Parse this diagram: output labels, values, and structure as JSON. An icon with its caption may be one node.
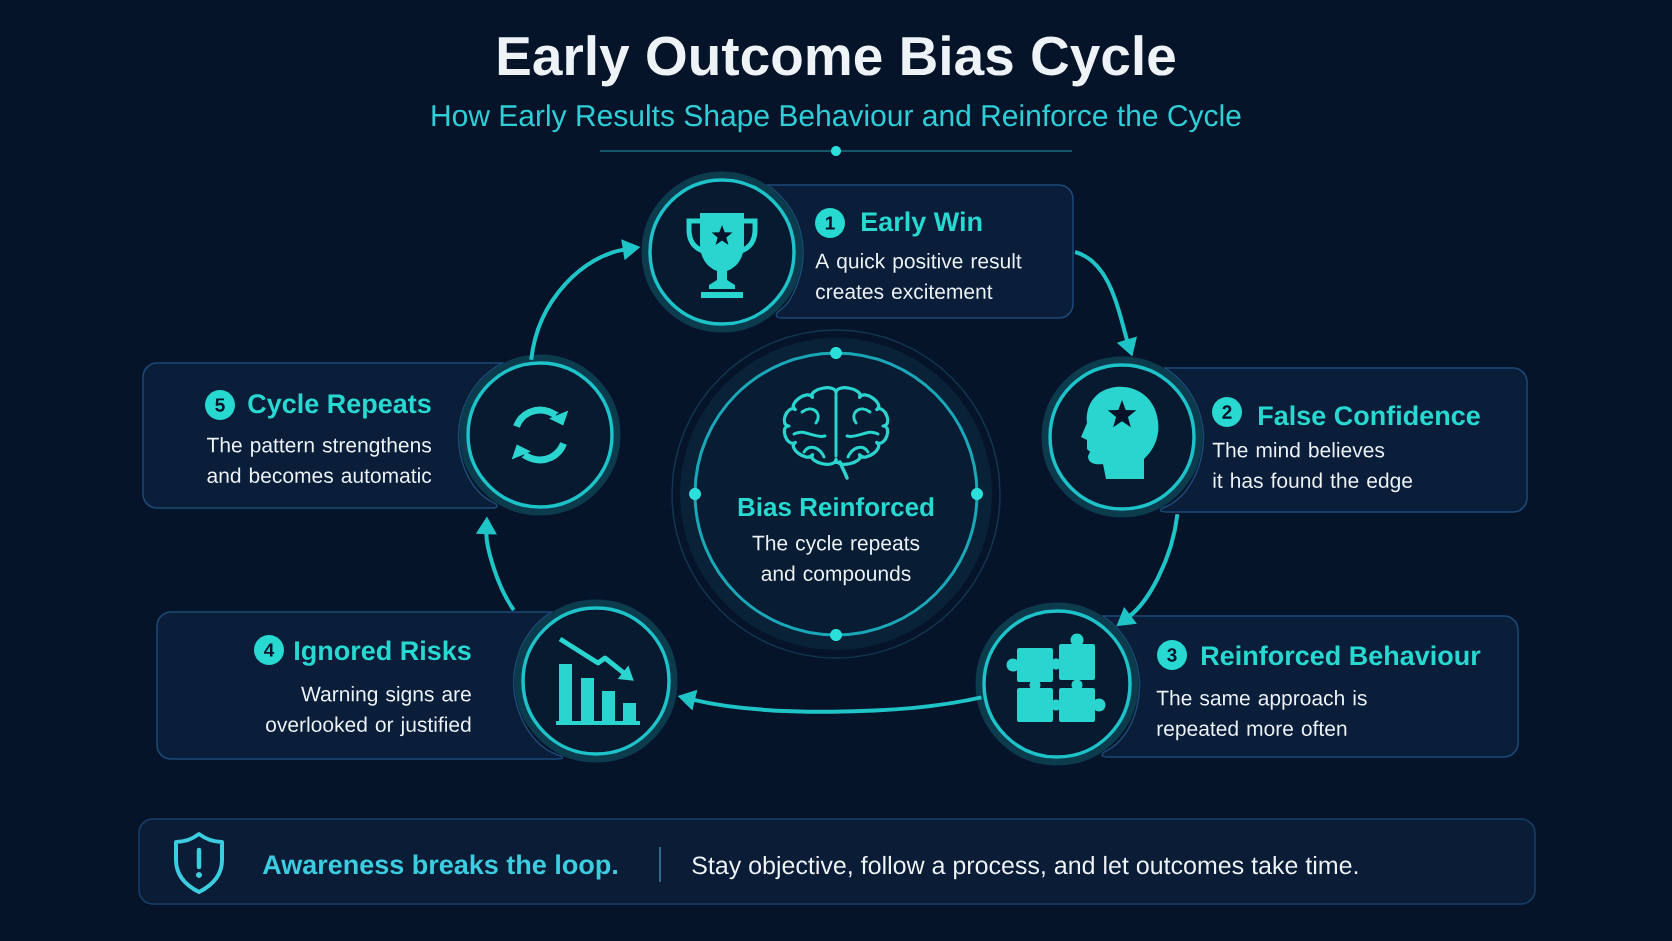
{
  "diagram": {
    "title": "Early Outcome Bias Cycle",
    "nodes": [
      {
        "text": [
          "Early Win",
          "A quick positive result creates excitement"
        ]
      },
      {
        "text": [
          "1"
        ],
        "in": 0
      },
      {
        "text": [],
        "shape": "circle"
      },
      {
        "text": [
          "False Confidence",
          "The mind believes it has found the edge"
        ]
      },
      {
        "text": [
          "2"
        ],
        "in": 3
      },
      {
        "text": [],
        "shape": "circle"
      },
      {
        "text": [
          "Reinforced Behaviour",
          "The same approach is repeated more often"
        ]
      },
      {
        "text": [
          "3"
        ],
        "in": 6
      },
      {
        "text": [],
        "shape": "circle"
      },
      {
        "text": [
          "Ignored Risks",
          "Warning signs are overlooked or justified"
        ]
      },
      {
        "text": [
          "4"
        ],
        "in": 9
      },
      {
        "text": [],
        "shape": "circle"
      },
      {
        "text": [
          "Cycle Repeats",
          "The pattern strengthens and becomes automatic"
        ]
      },
      {
        "text": [
          "5"
        ],
        "in": 12
      },
      {
        "text": [],
        "shape": "circle"
      },
      {
        "text": [
          "Bias Reinforced",
          "The cycle repeats and compounds"
        ]
      },
      {
        "text": [
          "Awareness breaks the loop.",
          "Stay objective, follow a process, and let outcomes take time."
        ]
      }
    ],
    "edges": [
      {
        "from": 0,
        "to": 5,
        "arrow": "to"
      },
      {
        "from": 3,
        "to": 8,
        "arrow": "to"
      },
      {
        "from": 8,
        "to": 11,
        "arrow": "to"
      },
      {
        "from": 9,
        "to": 12,
        "arrow": "to"
      },
      {
        "from": 14,
        "to": 2,
        "arrow": "to"
      }
    ],
    "labels": [
      "How Early Results Shape Behaviour and Reinforce the Cycle"
    ]
  }
}
